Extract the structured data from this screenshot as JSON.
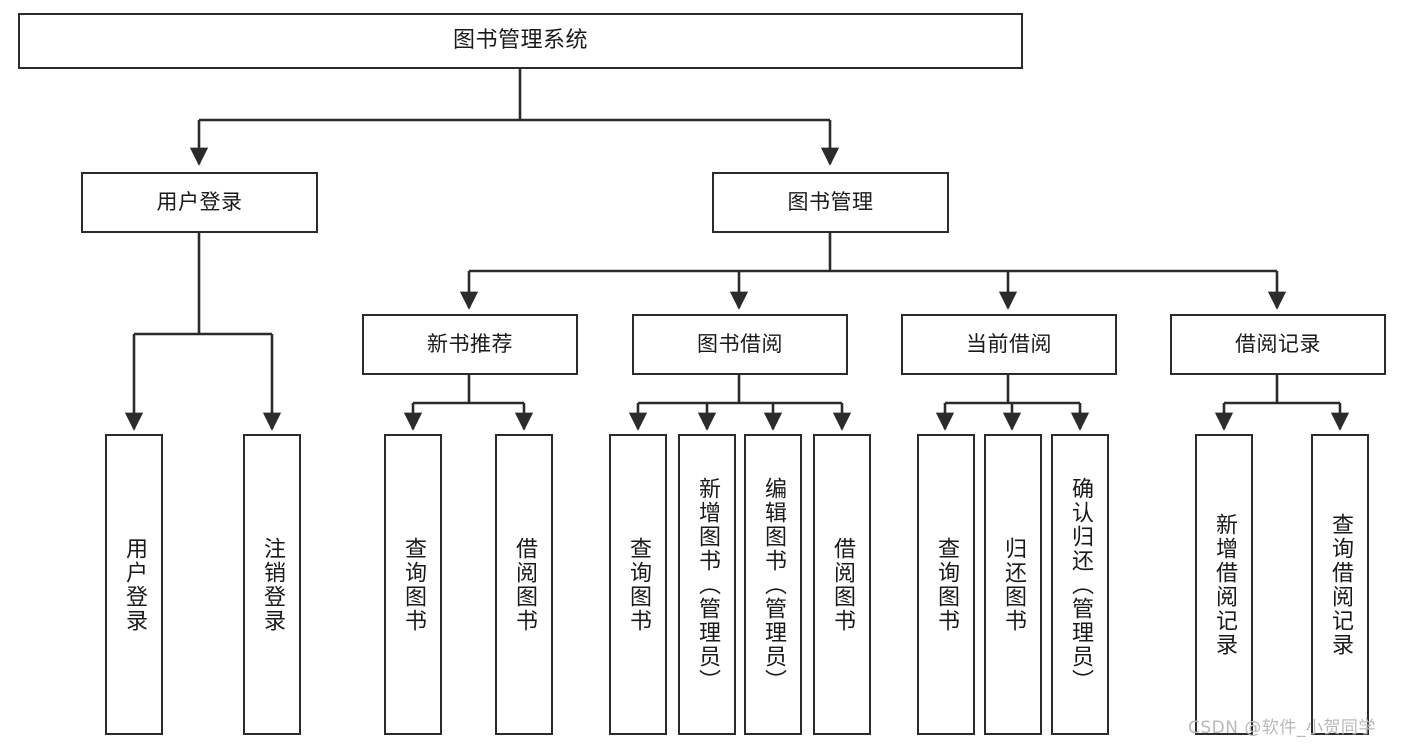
{
  "diagram": {
    "title": "图书管理系统",
    "type": "hierarchy-tree",
    "watermark": "CSDN @软件_小贺同学",
    "colors": {
      "border": "#2b2b2b",
      "background": "#ffffff",
      "text": "#1a1a1a",
      "connector": "#2b2b2b",
      "watermark": "#b9b9b9"
    },
    "root": {
      "label": "图书管理系统"
    },
    "level2": [
      {
        "label": "用户登录"
      },
      {
        "label": "图书管理"
      }
    ],
    "level3": [
      {
        "label": "新书推荐"
      },
      {
        "label": "图书借阅"
      },
      {
        "label": "当前借阅"
      },
      {
        "label": "借阅记录"
      }
    ],
    "leaves": {
      "user_login": [
        {
          "label": "用户登录"
        },
        {
          "label": "注销登录"
        }
      ],
      "new_book_recommend": [
        {
          "label": "查询图书"
        },
        {
          "label": "借阅图书"
        }
      ],
      "book_borrow": [
        {
          "label": "查询图书"
        },
        {
          "label": "新增图书（管理员）"
        },
        {
          "label": "编辑图书（管理员）"
        },
        {
          "label": "借阅图书"
        }
      ],
      "current_borrow": [
        {
          "label": "查询图书"
        },
        {
          "label": "归还图书"
        },
        {
          "label": "确认归还（管理员）"
        }
      ],
      "borrow_record": [
        {
          "label": "新增借阅记录"
        },
        {
          "label": "查询借阅记录"
        }
      ]
    }
  }
}
